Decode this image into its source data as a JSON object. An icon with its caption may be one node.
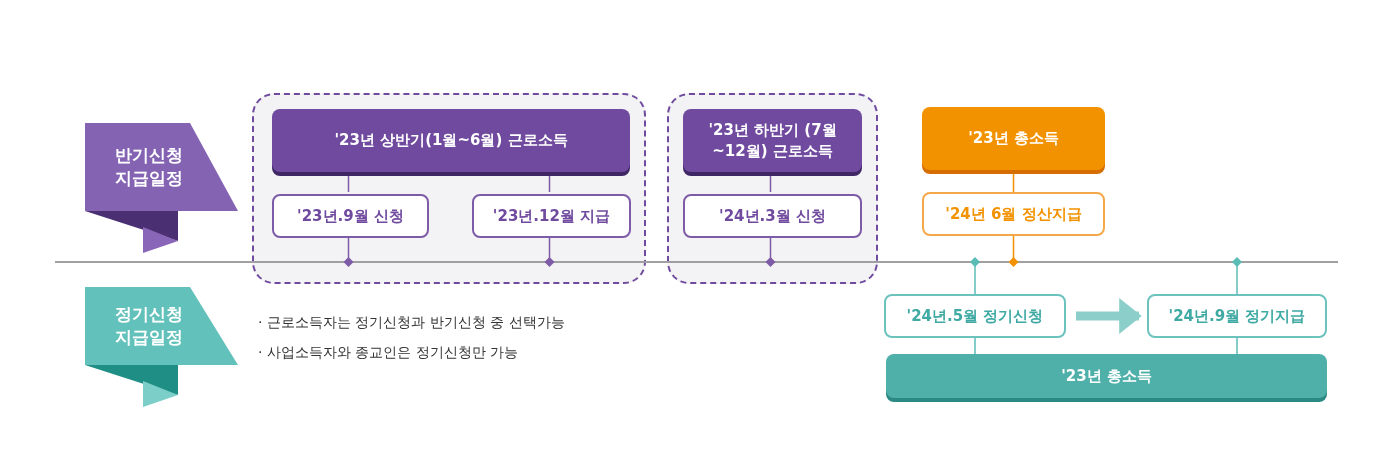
{
  "diagram": {
    "nodes": [
      {
        "text": [
          "반기신청 지급일정"
        ]
      },
      {
        "text": [
          "정기신청 지급일정"
        ]
      },
      {
        "text": [],
        "shape": "box"
      },
      {
        "text": [
          "'23년 상반기(1월~6월) 근로소득"
        ],
        "in": 2
      },
      {
        "text": [
          "'23년.9월 **신청**"
        ],
        "in": 2
      },
      {
        "text": [
          "'23년.12월 **지급**"
        ],
        "in": 2
      },
      {
        "text": [],
        "shape": "box"
      },
      {
        "text": [
          "'23년 하반기 (7월~12월) 근로소득"
        ],
        "in": 6
      },
      {
        "text": [
          "'24년.3월 **신청**"
        ],
        "in": 6
      },
      {
        "text": [
          "'23년 총소득"
        ]
      },
      {
        "text": [
          "'24년 6월 **정산지급**"
        ]
      },
      {
        "text": [
          "'24년.5월 정기신청"
        ]
      },
      {
        "text": [
          "'24년.9월 정기지급"
        ]
      },
      {
        "text": [
          "'23년 총소득"
        ]
      }
    ],
    "edges": [
      {
        "from": 3,
        "to": 4,
        "arrow": "none"
      },
      {
        "from": 3,
        "to": 5,
        "arrow": "none"
      },
      {
        "from": 7,
        "to": 8,
        "arrow": "none"
      },
      {
        "from": 9,
        "to": 10,
        "arrow": "none",
        "color": "#f39200"
      },
      {
        "from": 11,
        "to": 13,
        "arrow": "none",
        "color": "#5bbcb6"
      },
      {
        "from": 12,
        "to": 13,
        "arrow": "none",
        "color": "#5bbcb6"
      },
      {
        "from": 11,
        "to": 12,
        "arrow": "to",
        "style": "thick",
        "color": "#8ccfca"
      }
    ],
    "labels": [
      "· 근로소득자는 정기신청과 반기신청 중 선택가능",
      "· 사업소득자와 종교인은 정기신청만 가능"
    ]
  }
}
